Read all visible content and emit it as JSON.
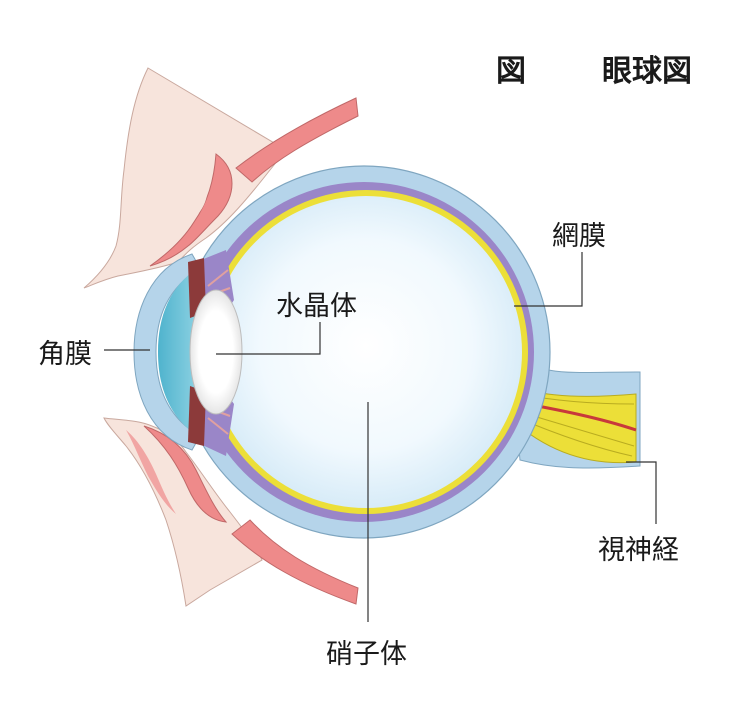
{
  "figure": {
    "prefix": "図",
    "title": "眼球図"
  },
  "labels": {
    "retina": "網膜",
    "lens": "水晶体",
    "cornea": "角膜",
    "optic_nerve": "視神経",
    "vitreous": "硝子体"
  },
  "colors": {
    "skin": "#f7e4dc",
    "skin_edge": "#c9a89e",
    "lid_muscle": "#ee8a8a",
    "sclera": "#b5d4ea",
    "choroid": "#9a86c8",
    "retina": "#ecdf38",
    "vitreous": "#eef7fd",
    "cornea_fluid": "#6cc3d8",
    "iris": "#8c3a3a",
    "nerve_vessel": "#c8393b"
  }
}
